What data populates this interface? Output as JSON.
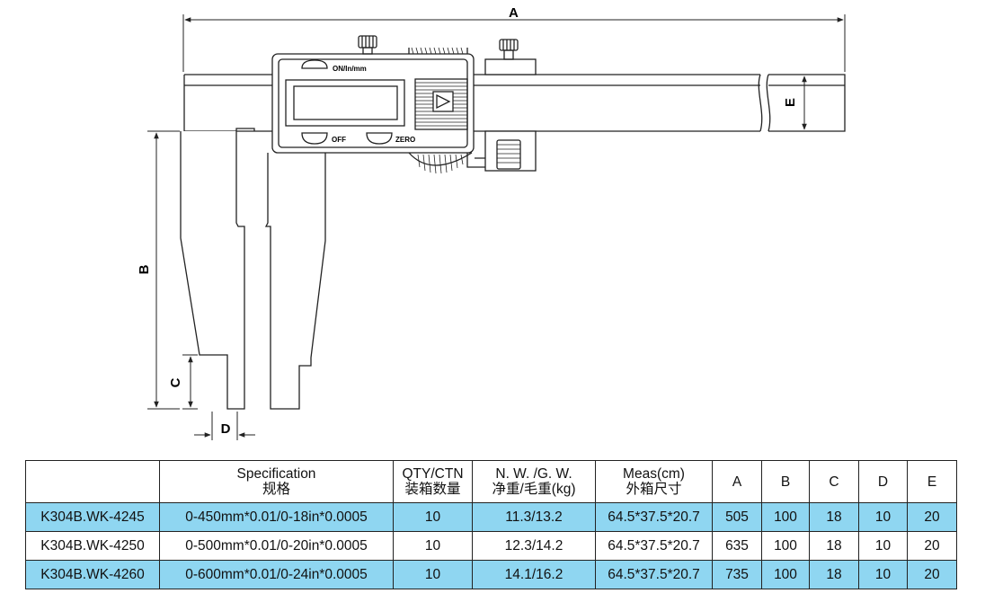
{
  "drawing": {
    "dimension_labels": {
      "a": "A",
      "b": "B",
      "c": "C",
      "d": "D",
      "e": "E"
    },
    "display_labels": {
      "on_button": "ON/In/mm",
      "off_button": "OFF",
      "zero_button": "ZERO"
    }
  },
  "table": {
    "headers": [
      {
        "key": "model",
        "line1": "",
        "line2": ""
      },
      {
        "key": "spec",
        "line1": "Specification",
        "line2": "规格"
      },
      {
        "key": "qty",
        "line1": "QTY/CTN",
        "line2": "装箱数量"
      },
      {
        "key": "weight",
        "line1": "N. W. /G. W.",
        "line2": "净重/毛重(kg)"
      },
      {
        "key": "meas",
        "line1": "Meas(cm)",
        "line2": "外箱尺寸"
      },
      {
        "key": "a",
        "line1": "A",
        "line2": ""
      },
      {
        "key": "b",
        "line1": "B",
        "line2": ""
      },
      {
        "key": "c",
        "line1": "C",
        "line2": ""
      },
      {
        "key": "d",
        "line1": "D",
        "line2": ""
      },
      {
        "key": "e",
        "line1": "E",
        "line2": ""
      }
    ],
    "rows": [
      {
        "model": "K304B.WK-4245",
        "spec": "0-450mm*0.01/0-18in*0.0005",
        "qty": "10",
        "weight": "11.3/13.2",
        "meas": "64.5*37.5*20.7",
        "a": "505",
        "b": "100",
        "c": "18",
        "d": "10",
        "e": "20"
      },
      {
        "model": "K304B.WK-4250",
        "spec": "0-500mm*0.01/0-20in*0.0005",
        "qty": "10",
        "weight": "12.3/14.2",
        "meas": "64.5*37.5*20.7",
        "a": "635",
        "b": "100",
        "c": "18",
        "d": "10",
        "e": "20"
      },
      {
        "model": "K304B.WK-4260",
        "spec": "0-600mm*0.01/0-24in*0.0005",
        "qty": "10",
        "weight": "14.1/16.2",
        "meas": "64.5*37.5*20.7",
        "a": "735",
        "b": "100",
        "c": "18",
        "d": "10",
        "e": "20"
      }
    ],
    "highlight_color": "#8fd6f1"
  }
}
